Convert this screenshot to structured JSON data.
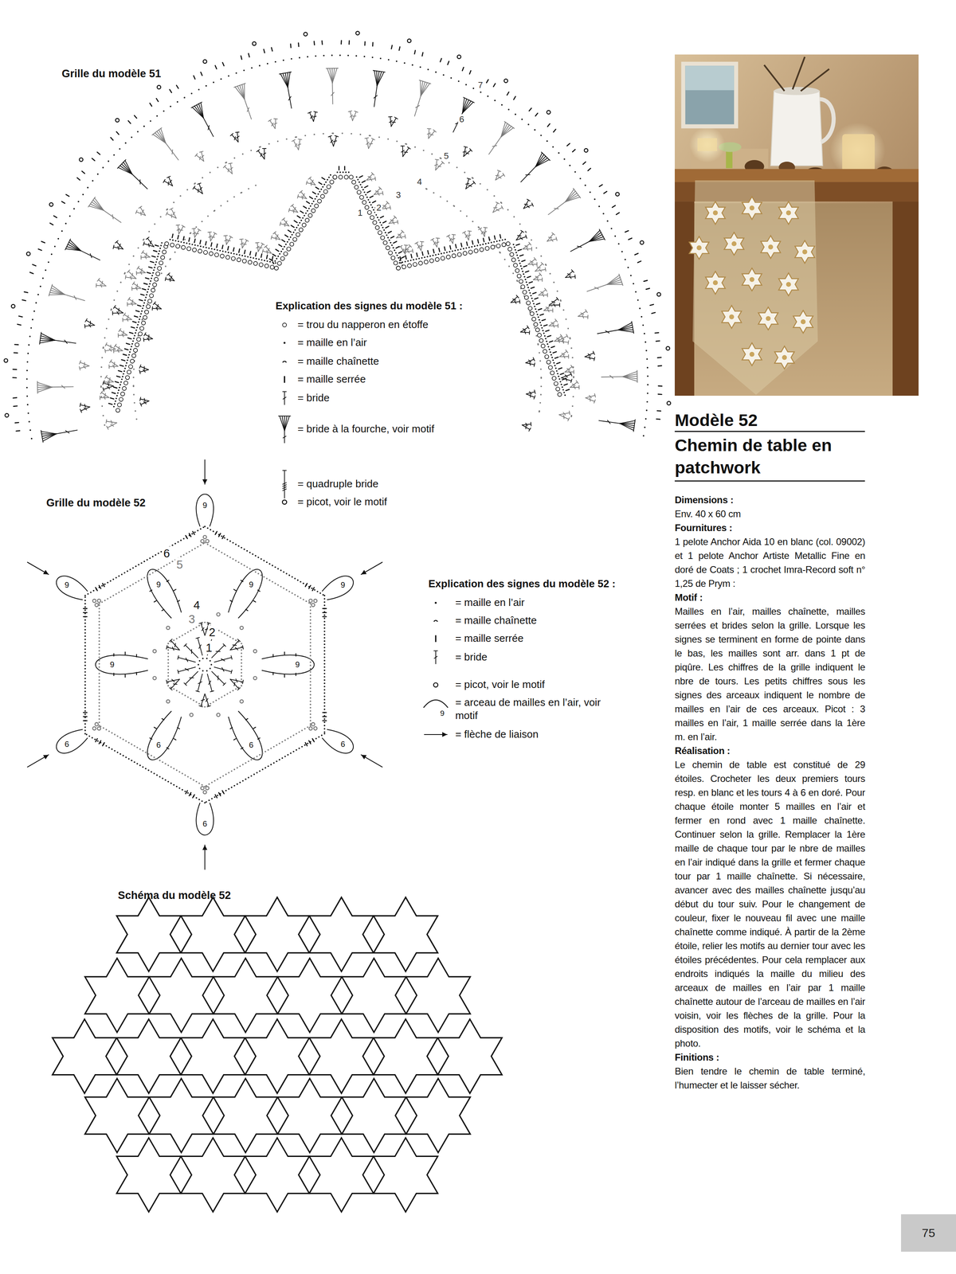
{
  "diagram": {
    "nodes": [
      {
        "text": [
          "75"
        ]
      }
    ],
    "labels": [
      "Grille du modèle 51",
      "7",
      "6",
      "5",
      "4",
      "3",
      "2",
      "1",
      "Explication des signes du modèle 51 :",
      "Grille du modèle 52",
      "6",
      "5",
      "4",
      "3",
      "2",
      "1",
      "9",
      "9",
      "9",
      "6",
      "6",
      "6",
      "9",
      "9",
      "9",
      "9",
      "6",
      "6",
      "Explication des signes du modèle 52 :",
      "9",
      "Schéma du modèle 52",
      "Modèle 52",
      "Chemin de table en patchwork",
      "Dimensions :",
      "Env. 40 x 60 cm",
      "Fournitures :",
      "1 pelote Anchor Aida 10 en blanc (col. 09002) et 1 pelote Anchor Artiste Metallic Fine en doré de Coats ; 1 crochet Imra-Record soft n° 1,25 de Prym :",
      "Motif :",
      "Mailles en l’air, mailles chaînette, mailles serrées et brides selon la grille. Lorsque les signes se terminent en forme de pointe dans le bas, les mailles sont arr. dans 1 pt de piqûre. Les chiffres de la grille indiquent le nbre de tours. Les petits chiffres sous les signes des arceaux indiquent le nombre de mailles en l’air de ces arceaux. Picot : 3 mailles en l’air, 1 maille serrée dans la 1ère m. en l’air.",
      "Réalisation :",
      "Le chemin de table est constitué de 29 étoiles. Crocheter les deux premiers tours resp. en blanc et les tours 4 à 6 en doré. Pour chaque étoile monter 5 mailles en l’air et fermer en rond avec 1 maille chaînette. Continuer selon la grille. Remplacer la 1ère maille de chaque tour par le nbre de mailles en l’air indiqué dans la grille et fermer chaque tour par 1 maille chaînette. Si nécessaire, avancer avec des mailles chaînette jusqu’au début du tour suiv. Pour le changement de couleur, fixer le nouveau fil avec une maille chaînette comme indiqué. À partir de la 2ème étoile, relier les motifs au dernier tour avec les étoiles précédentes. Pour cela remplacer aux endroits indiqués la maille du milieu des arceaux de mailles en l’air par 1 maille chaînette autour de l’arceau de mailles en l’air voisin, voir les flèches de la grille. Pour la disposition des motifs, voir le schéma et la photo.",
      "Finitions :",
      "Bien tendre le chemin de table terminé, l’humecter et le laisser sécher."
    ],
    "legend": [
      {
        "text": "= trou du napperon en étoffe"
      },
      {
        "text": "= maille en l’air"
      },
      {
        "text": "= maille chaînette"
      },
      {
        "text": "= maille serrée"
      },
      {
        "text": "= bride"
      },
      {
        "text": "= bride à la fourche, voir motif"
      },
      {
        "text": "= quadruple bride"
      },
      {
        "text": "= picot, voir le motif"
      },
      {
        "text": "= maille en l’air"
      },
      {
        "text": "= maille chaînette"
      },
      {
        "text": "= maille serrée"
      },
      {
        "text": "= bride"
      },
      {
        "text": "= picot, voir le motif"
      },
      {
        "text": "= arceau de mailles en l’air, voir motif"
      },
      {
        "text": "= flèche de liaison"
      }
    ]
  }
}
